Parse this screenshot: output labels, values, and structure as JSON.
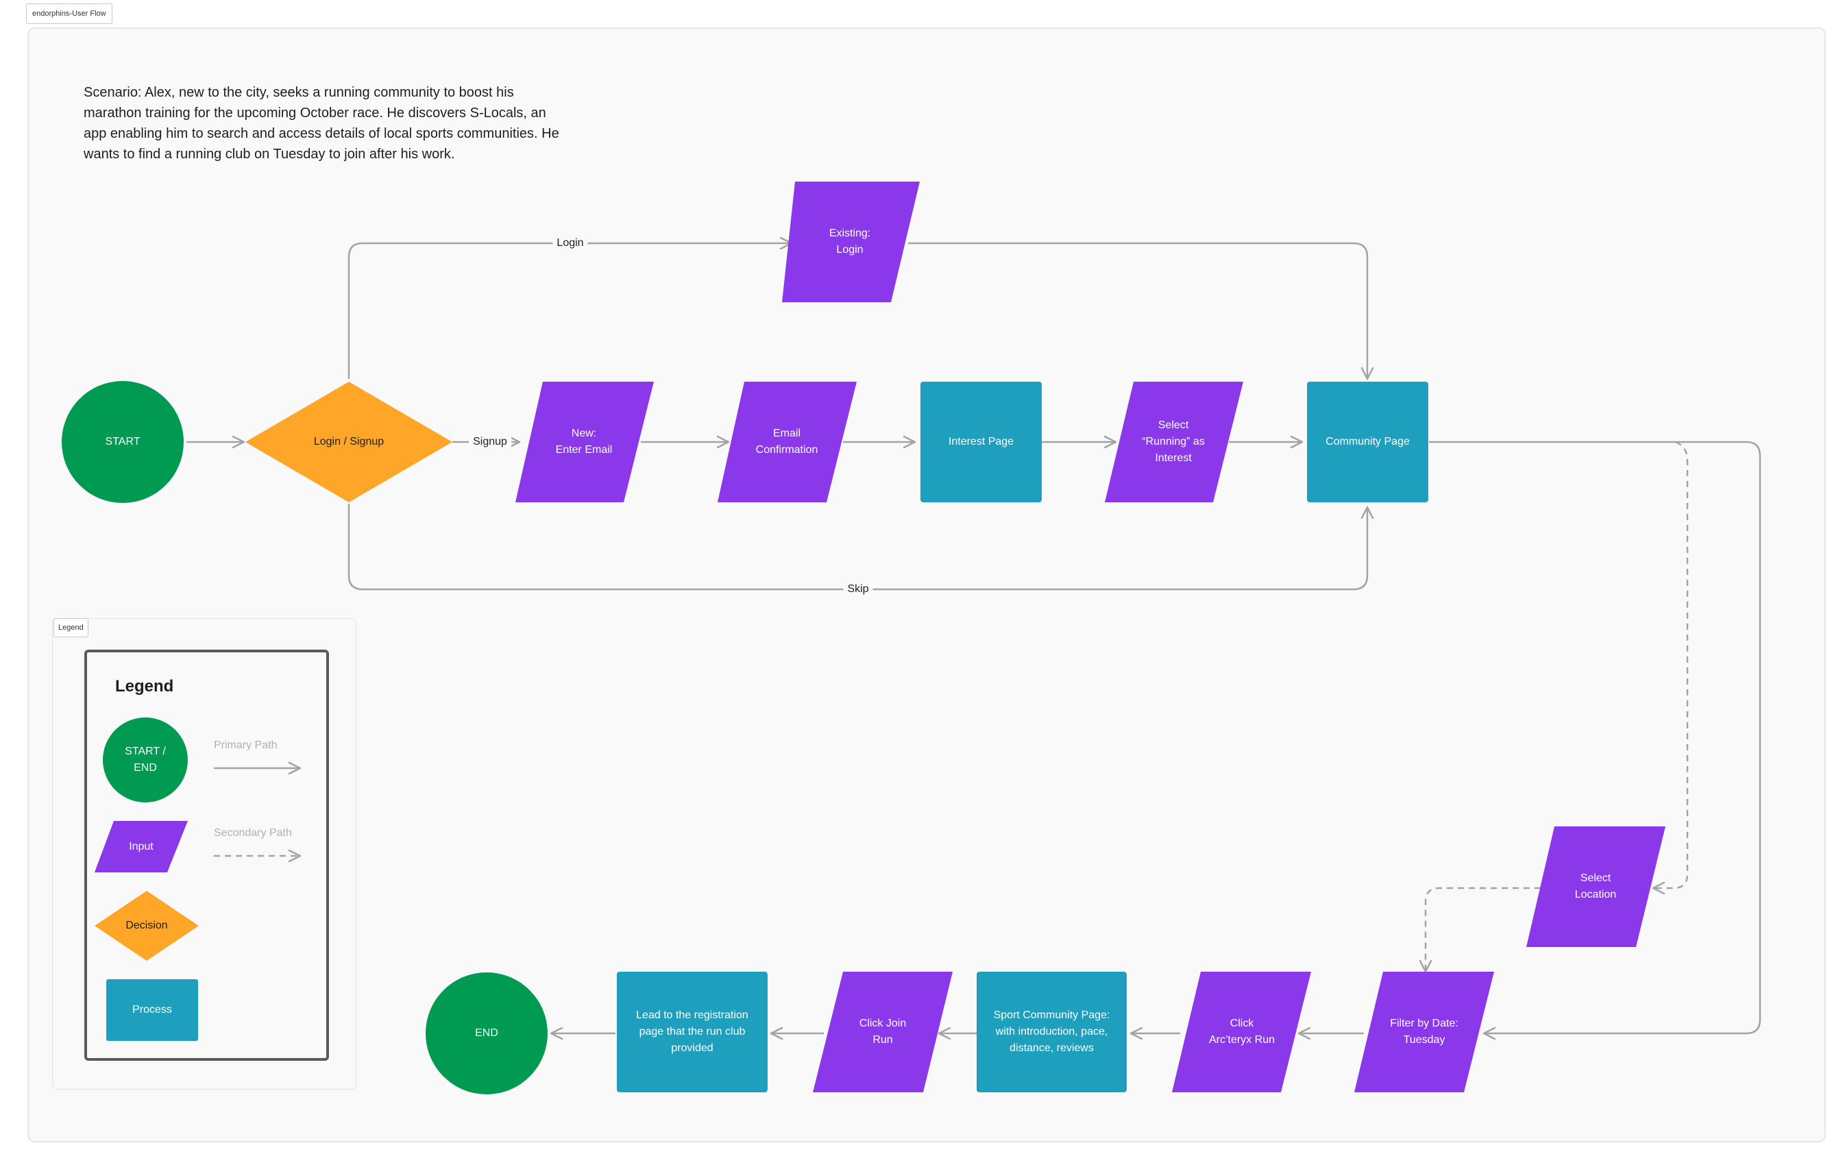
{
  "frame_title": "endorphins-User Flow",
  "scenario": "Scenario: Alex, new to the city, seeks a running community to boost his marathon training for the upcoming October race. He discovers S-Locals, an app enabling him to search and access details of local sports communities. He wants to find a running club on Tuesday to join after his work.",
  "colors": {
    "start_end": "#009A52",
    "input": "#8A38EA",
    "decision": "#FFA629",
    "process": "#1F9FBE",
    "edge": "#a3a3a3"
  },
  "nodes": {
    "start": "START",
    "login_signup": "Login / Signup",
    "existing_login": "Existing:\nLogin",
    "new_enter_email": "New:\nEnter Email",
    "email_confirmation": "Email\nConfirmation",
    "interest_page": "Interest Page",
    "select_running": "Select\n“Running” as\nInterest",
    "community_page": "Community Page",
    "select_location": "Select\nLocation",
    "filter_by_date": "Filter by Date:\nTuesday",
    "click_arcteryx": "Click\nArc’teryx Run",
    "sport_community_page": "Sport Community Page:\nwith introduction, pace,\ndistance, reviews",
    "click_join_run": "Click Join\nRun",
    "lead_registration": "Lead to the registration\npage that the run club\nprovided",
    "end": "END"
  },
  "edge_labels": {
    "login": "Login",
    "signup": "Signup",
    "skip": "Skip"
  },
  "legend": {
    "tag": "Legend",
    "title": "Legend",
    "start_end": "START /\nEND",
    "input": "Input",
    "decision": "Decision",
    "process": "Process",
    "primary_path": "Primary Path",
    "secondary_path": "Secondary Path"
  }
}
